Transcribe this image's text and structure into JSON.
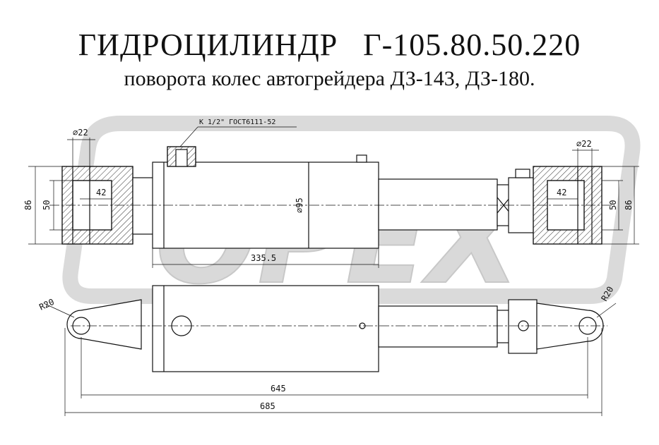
{
  "title": "ГИДРОЦИЛИНДР   Г-105.80.50.220",
  "subtitle": "поворота колес автогрейдера ДЗ-143, ДЗ-180.",
  "watermark": "OPEX",
  "colors": {
    "line": "#111111",
    "watermark": "#d9d9d9",
    "watermark_dark": "#c4c4c4",
    "hatch": "#333333"
  },
  "dimensions": {
    "pin_diameter_left": "⌀22",
    "pin_diameter_right": "⌀22",
    "thread_note": "К 1/2\" ГОСТ6111-52",
    "bore_diameter": "⌀95",
    "height_left_outer": "86",
    "height_left_inner": "50",
    "eye_left": "42",
    "eye_right": "42",
    "height_right_inner": "50",
    "height_right_outer": "86",
    "barrel_length": "335.5",
    "radius_left": "R20",
    "radius_right": "R20",
    "pin_centers": "645",
    "overall_length": "685"
  }
}
